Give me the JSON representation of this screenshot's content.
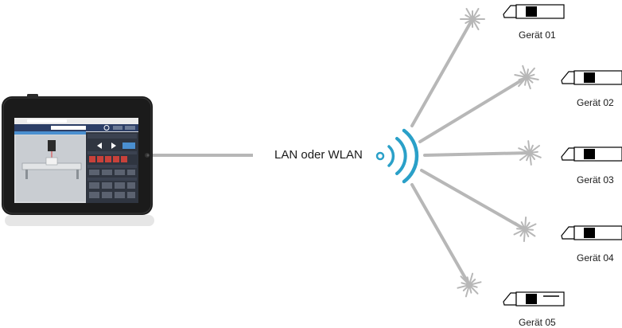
{
  "connection_label": "LAN oder WLAN",
  "devices": [
    {
      "label": "Gerät 01"
    },
    {
      "label": "Gerät 02"
    },
    {
      "label": "Gerät 03"
    },
    {
      "label": "Gerät 04"
    },
    {
      "label": "Gerät 05"
    }
  ],
  "colors": {
    "wifi": "#2aa0c8",
    "link": "#b7b7b7",
    "tablet_frame": "#1b1b1b",
    "screen_header": "#2c3e66",
    "panel": "#2f3540",
    "device_outline": "#000000"
  },
  "icons": {
    "controller": "tablet-icon",
    "signal": "wifi-icon",
    "emitter": "laser-starburst-icon",
    "device": "laser-device-icon"
  }
}
